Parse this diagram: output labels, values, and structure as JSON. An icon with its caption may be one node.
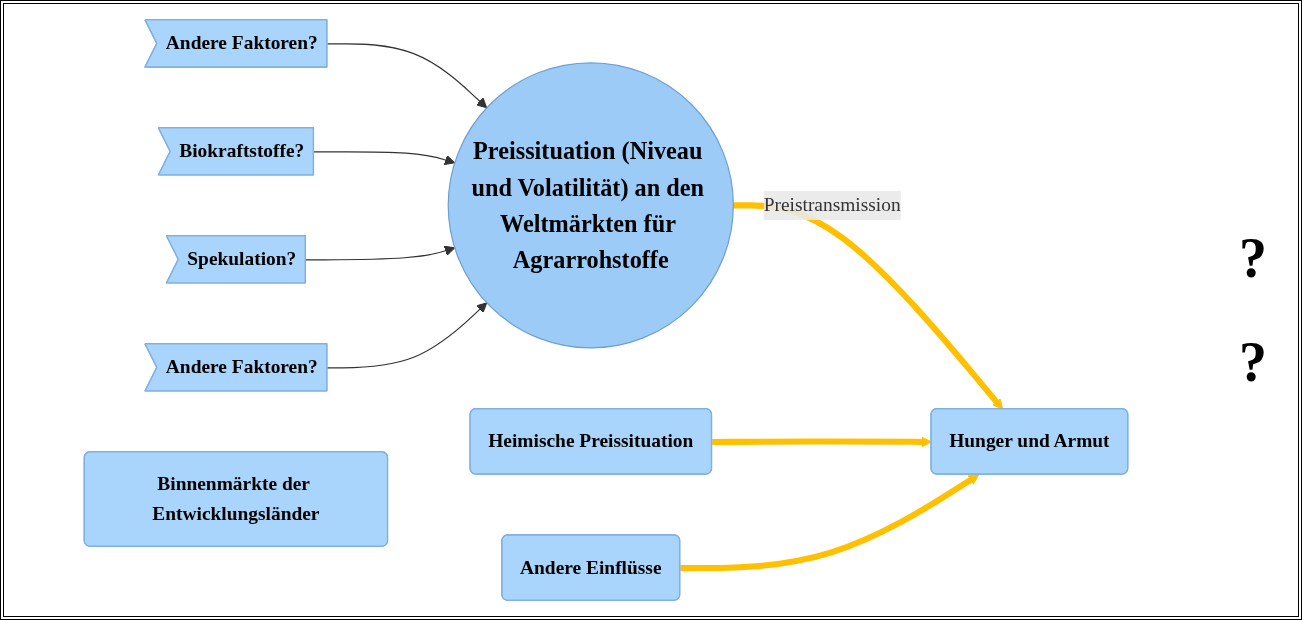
{
  "diagram": {
    "nodes": [
      {
        "text": [
          "Andere Faktoren?"
        ]
      },
      {
        "text": [
          "Biokraftstoffe?"
        ]
      },
      {
        "text": [
          "Spekulation?"
        ]
      },
      {
        "text": [
          "Andere Faktoren?"
        ]
      },
      {
        "text": [
          "Preissituation (Niveau und Volatilität) an den Weltmärkten für Agrarrohstoffe"
        ]
      },
      {
        "text": [
          "Binnenmärkte der Entwicklungsländer"
        ]
      },
      {
        "text": [
          "Hunger und Armut"
        ]
      },
      {
        "text": [
          "Heimische Preissituation"
        ]
      },
      {
        "text": [
          "Andere Einflüsse"
        ]
      }
    ],
    "edges": [
      {
        "from": 0,
        "to": 4,
        "arrow": "to"
      },
      {
        "from": 1,
        "to": 4,
        "arrow": "to"
      },
      {
        "from": 2,
        "to": 4,
        "arrow": "to"
      },
      {
        "from": 3,
        "to": 4,
        "arrow": "to"
      },
      {
        "from": 4,
        "to": 6,
        "arrow": "to",
        "label": "Preistransmission",
        "style": "thick",
        "color": "#ffc000"
      },
      {
        "from": 7,
        "to": 6,
        "arrow": "to",
        "style": "thick",
        "color": "#ffc000"
      },
      {
        "from": 8,
        "to": 6,
        "arrow": "to",
        "style": "thick",
        "color": "#ffc000"
      }
    ],
    "labels": [
      "?",
      "?"
    ]
  }
}
